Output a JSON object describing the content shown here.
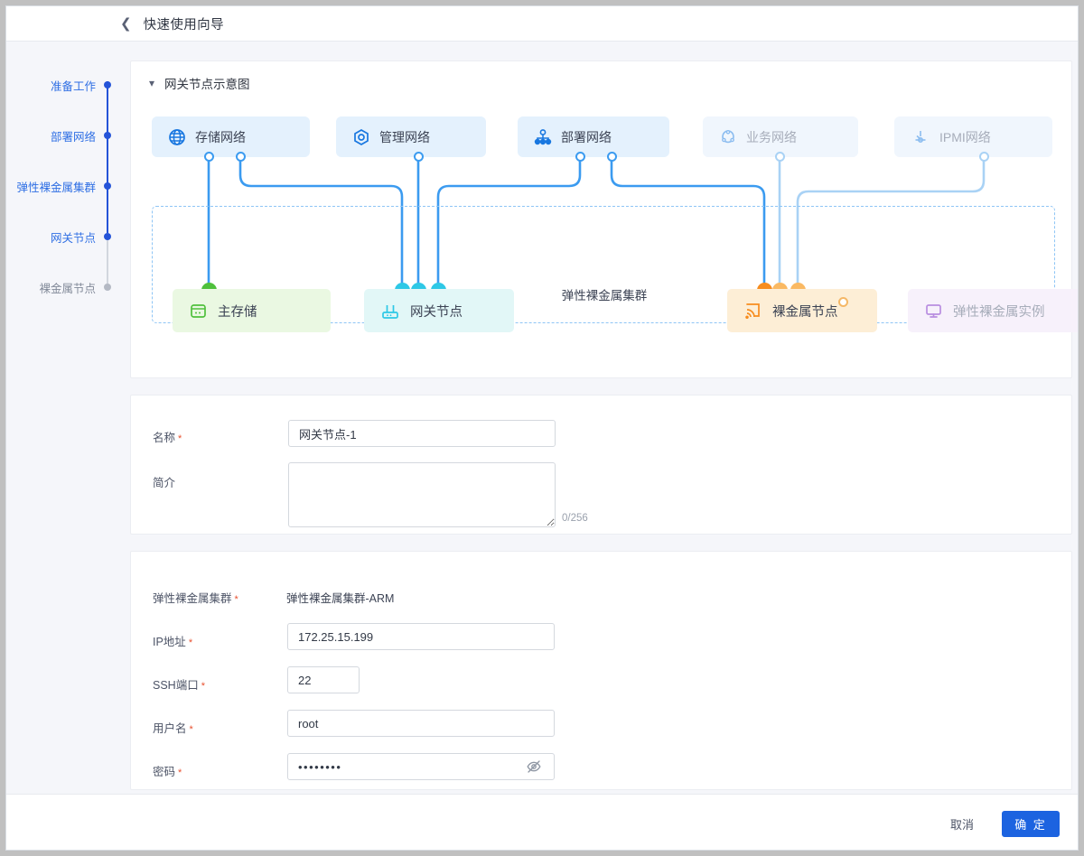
{
  "header": {
    "back_icon": "chevron-left-icon",
    "title": "快速使用向导"
  },
  "stepper": {
    "steps": [
      {
        "label": "准备工作",
        "state": "active"
      },
      {
        "label": "部署网络",
        "state": "active"
      },
      {
        "label": "弹性裸金属集群",
        "state": "active"
      },
      {
        "label": "网关节点",
        "state": "active"
      },
      {
        "label": "裸金属节点",
        "state": "inactive"
      }
    ]
  },
  "diagram": {
    "caret_icon": "chevron-down-icon",
    "section_title": "网关节点示意图",
    "networks": [
      {
        "label": "存储网络",
        "icon": "globe-icon",
        "state": "on"
      },
      {
        "label": "管理网络",
        "icon": "hexagon-dot-icon",
        "state": "on"
      },
      {
        "label": "部署网络",
        "icon": "nodes-icon",
        "state": "on"
      },
      {
        "label": "业务网络",
        "icon": "cloud-dots-icon",
        "state": "off"
      },
      {
        "label": "IPMI网络",
        "icon": "ipmi-icon",
        "state": "off"
      }
    ],
    "cluster_caption": "弹性裸金属集群",
    "nodes": [
      {
        "label": "主存储",
        "icon": "database-icon",
        "state": "on"
      },
      {
        "label": "网关节点",
        "icon": "router-icon",
        "state": "on"
      },
      {
        "label": "裸金属节点",
        "icon": "signal-icon",
        "state": "on"
      },
      {
        "label": "弹性裸金属实例",
        "icon": "monitor-icon",
        "state": "off"
      }
    ]
  },
  "basic_form": {
    "name": {
      "label": "名称",
      "required": true,
      "value": "网关节点-1",
      "placeholder": ""
    },
    "desc": {
      "label": "简介",
      "required": false,
      "value": "",
      "placeholder": "",
      "counter": "0/256"
    }
  },
  "conn_form": {
    "cluster": {
      "label": "弹性裸金属集群",
      "required": true,
      "value": "弹性裸金属集群-ARM"
    },
    "ip": {
      "label": "IP地址",
      "required": true,
      "value": "172.25.15.199",
      "placeholder": ""
    },
    "ssh_port": {
      "label": "SSH端口",
      "required": true,
      "value": "22",
      "placeholder": ""
    },
    "username": {
      "label": "用户名",
      "required": true,
      "value": "root",
      "placeholder": ""
    },
    "password": {
      "label": "密码",
      "required": true,
      "value": "••••••••",
      "placeholder": "",
      "toggle_icon": "eye-slash-icon"
    }
  },
  "footer": {
    "cancel_label": "取消",
    "confirm_label": "确 定"
  },
  "colors": {
    "primary": "#1c63e0",
    "step_active": "#2554d8",
    "step_inactive": "#b4b9c4",
    "wire_on": "#3b9bf0",
    "wire_off": "#a9d2f5",
    "cap_green": "#4fc03c",
    "cap_cyan": "#2ec8e6",
    "cap_orange": "#f78c1e",
    "cap_orange_light": "#fab963",
    "required_mark": "#e8502f"
  }
}
